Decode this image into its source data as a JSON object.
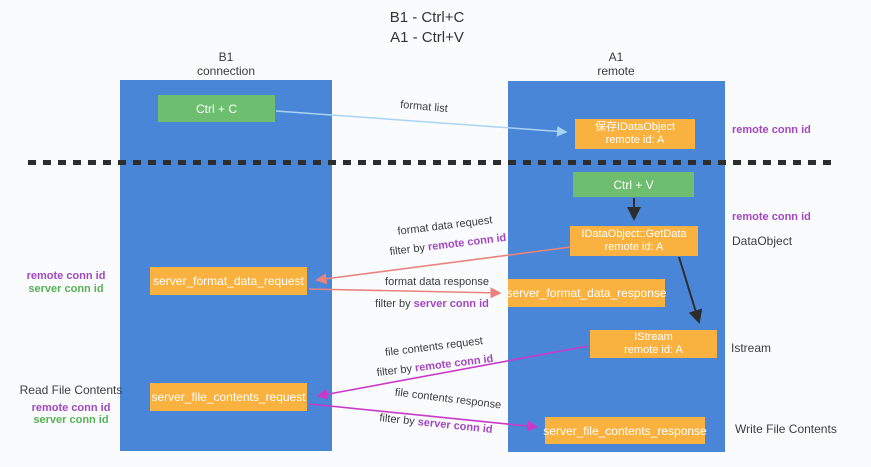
{
  "title": {
    "line1": "B1 - Ctrl+C",
    "line2": "A1 - Ctrl+V"
  },
  "lanes": {
    "left": {
      "name": "B1",
      "subtitle": "connection"
    },
    "right": {
      "name": "A1",
      "subtitle": "remote"
    }
  },
  "boxes": {
    "ctrl_c": "Ctrl + C",
    "ctrl_v": "Ctrl + V",
    "save_idataobject": {
      "line1": "保存IDataObject",
      "line2": "remote id: A"
    },
    "getdata": {
      "line1": "IDataObject::GetData",
      "line2": "remote id: A"
    },
    "istream": {
      "line1": "IStream",
      "line2": "remote id: A"
    },
    "server_format_data_request": "server_format_data_request",
    "server_format_data_response": "server_format_data_response",
    "server_file_contents_request": "server_file_contents_request",
    "server_file_contents_response": "server_file_contents_response"
  },
  "arrow_labels": {
    "format_list": "format list",
    "format_data_request": "format data request",
    "format_data_response": "format data response",
    "file_contents_request": "file contents request",
    "file_contents_response": "file contents response",
    "filter_by": "filter by ",
    "remote_conn_id": "remote conn id",
    "server_conn_id": "server conn id"
  },
  "side_labels": {
    "remote_conn_id": "remote conn id",
    "server_conn_id": "server conn id",
    "read_file_contents": "Read File Contents",
    "write_file_contents": "Write File Contents",
    "dataobject": "DataObject",
    "istream": "Istream"
  },
  "colors": {
    "lane_blue": "#4a86d8",
    "box_orange": "#f9b13f",
    "box_green": "#6dbe6e",
    "arrow_blue": "#a9d3f2",
    "arrow_salmon": "#e8837d",
    "arrow_magenta": "#c93ac9",
    "arrow_black": "#2d2d2d",
    "text_purple": "#a347c2",
    "text_green": "#58b158"
  }
}
